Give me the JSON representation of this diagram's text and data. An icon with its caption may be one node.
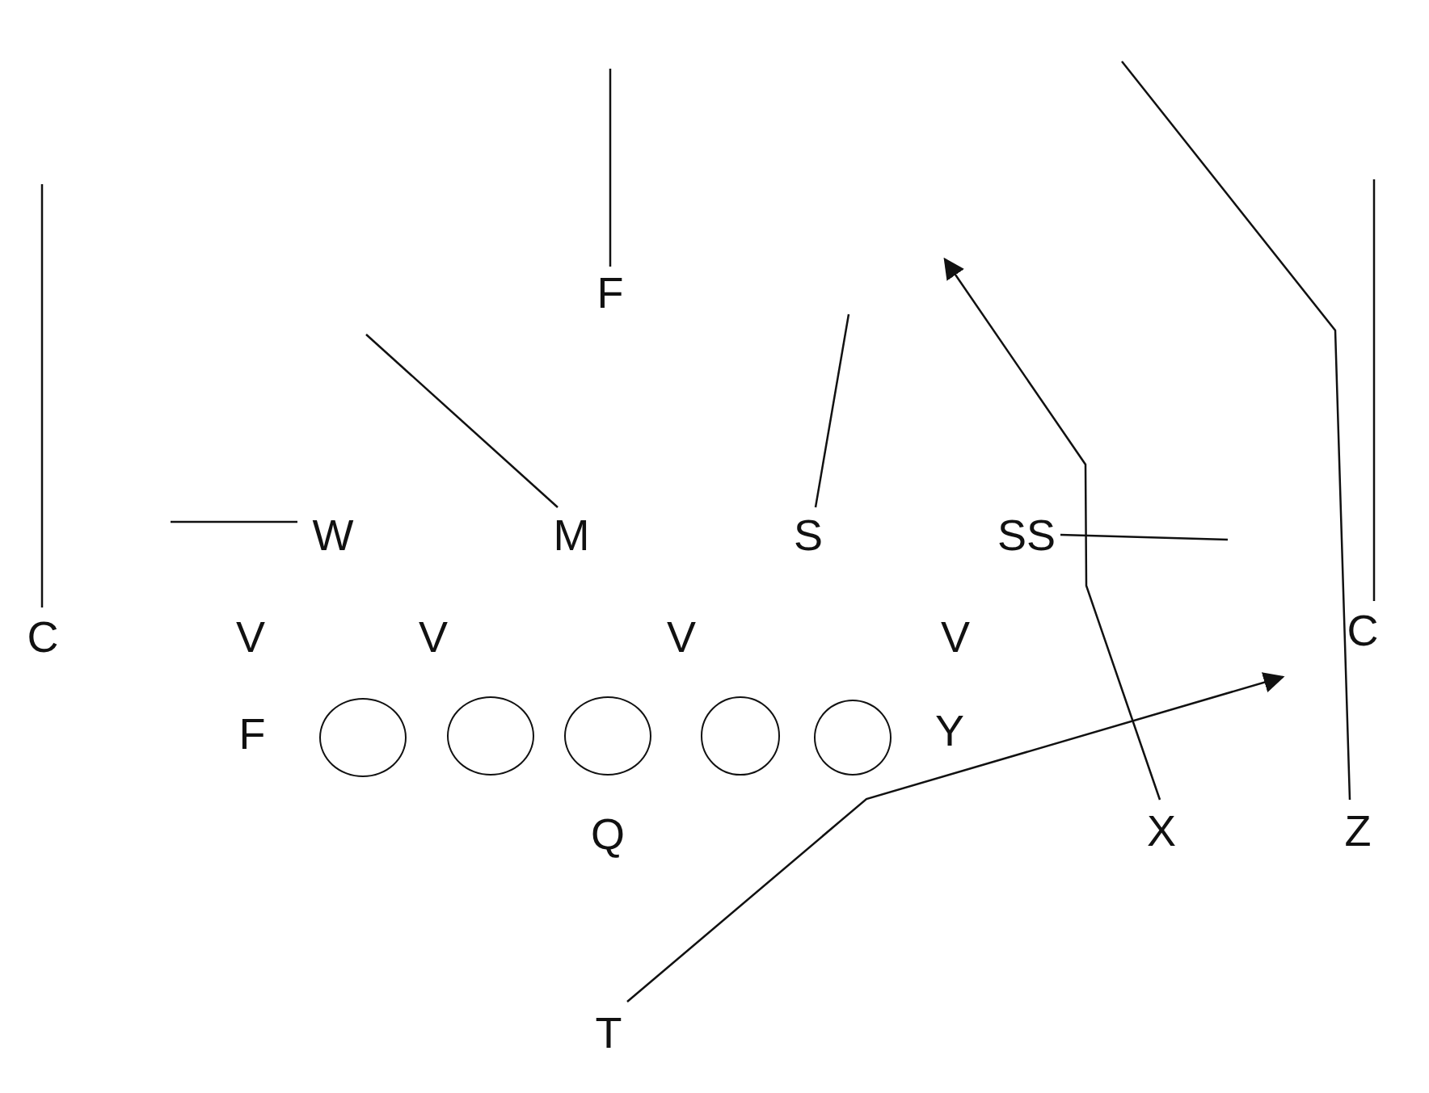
{
  "diagram": {
    "nodes": [
      {
        "text": [
          "F"
        ]
      },
      {
        "text": [
          "W"
        ]
      },
      {
        "text": [
          "M"
        ]
      },
      {
        "text": [
          "S"
        ]
      },
      {
        "text": [
          "SS"
        ]
      },
      {
        "text": [
          "C"
        ]
      },
      {
        "text": [
          "V"
        ]
      },
      {
        "text": [
          "V"
        ]
      },
      {
        "text": [
          "V"
        ]
      },
      {
        "text": [
          "V"
        ]
      },
      {
        "text": [
          "C"
        ]
      },
      {
        "text": [
          "F"
        ]
      },
      {
        "text": [],
        "shape": "circle"
      },
      {
        "text": [],
        "shape": "circle"
      },
      {
        "text": [],
        "shape": "circle"
      },
      {
        "text": [],
        "shape": "circle"
      },
      {
        "text": [],
        "shape": "circle"
      },
      {
        "text": [
          "Y"
        ]
      },
      {
        "text": [
          "Q"
        ]
      },
      {
        "text": [
          "X"
        ]
      },
      {
        "text": [
          "Z"
        ]
      },
      {
        "text": [
          "T"
        ]
      }
    ],
    "edges": [
      {
        "from": 0,
        "to": null,
        "arrow": "none"
      },
      {
        "from": 1,
        "to": null,
        "arrow": "none"
      },
      {
        "from": 2,
        "to": null,
        "arrow": "none"
      },
      {
        "from": 3,
        "to": null,
        "arrow": "none"
      },
      {
        "from": 4,
        "to": null,
        "arrow": "none"
      },
      {
        "from": 5,
        "to": null,
        "arrow": "none"
      },
      {
        "from": 10,
        "to": null,
        "arrow": "none"
      },
      {
        "from": 19,
        "to": null,
        "arrow": "to"
      },
      {
        "from": 20,
        "to": null,
        "arrow": "none"
      },
      {
        "from": 21,
        "to": null,
        "arrow": "to"
      }
    ]
  }
}
